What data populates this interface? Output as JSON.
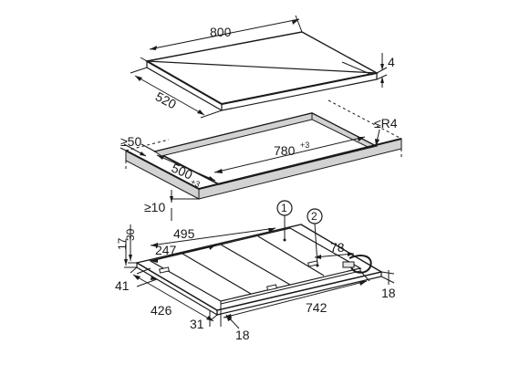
{
  "colors": {
    "line": "#1a1a1a",
    "hob_surface": "#e6e6e6",
    "cutout_shade": "#d2d2d2",
    "white": "#ffffff"
  },
  "top_view": {
    "width_label": "800",
    "depth_label": "520",
    "thickness_label": "4"
  },
  "cutout": {
    "min_rear_clearance_label": "≥50",
    "min_side_clearance_label": "≥10",
    "width_label": "780",
    "width_tolerance": "+3",
    "depth_label": "500",
    "depth_tolerance": "+3",
    "corner_radius_label": "≤R4"
  },
  "underside": {
    "callout_1": "1",
    "callout_2": "2",
    "dim_30": "30",
    "dim_17": "17",
    "dim_41": "41",
    "dim_426": "426",
    "dim_31": "31",
    "dim_18_front": "18",
    "dim_742": "742",
    "dim_18_right": "18",
    "dim_495": "495",
    "dim_247": "247",
    "dim_78": "78"
  }
}
